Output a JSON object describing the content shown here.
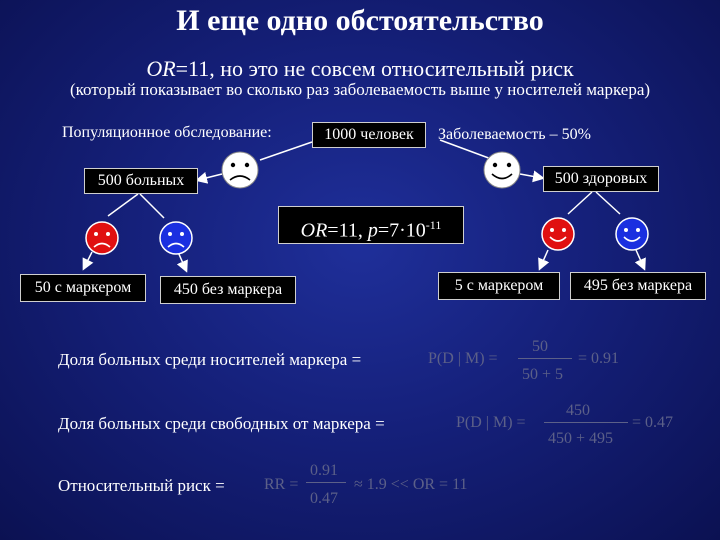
{
  "title": "И еще одно обстоятельство",
  "subtitle": {
    "or_label": "OR",
    "or_value": "=11, но это не совсем относительный риск",
    "note": "(который показывает во сколько раз заболеваемость выше у носителей маркера)"
  },
  "top": {
    "survey_label": "Популяционное обследование:",
    "total": "1000 человек",
    "incidence": "Заболеваемость – 50%"
  },
  "groups": {
    "sick": "500 больных",
    "healthy": "500 здоровых"
  },
  "center": {
    "or_label": "OR",
    "or_eq": "=11, ",
    "p_label": "p",
    "p_eq": "=7·10",
    "p_exp": "-11"
  },
  "leaves": {
    "sick_marker": "50 с маркером",
    "sick_nomarker": "450 без маркера",
    "healthy_marker": "5 с маркером",
    "healthy_nomarker": "495 без маркера"
  },
  "formulas": {
    "f1_text": "Доля больных среди носителей маркера =",
    "f1_lhs": "P(D | M) =",
    "f1_num": "50",
    "f1_den": "50 + 5",
    "f1_res": "= 0.91",
    "f2_text": "Доля больных среди свободных от  маркера =",
    "f2_lhs": "P(D | M) =",
    "f2_num": "450",
    "f2_den": "450 + 495",
    "f2_res": "= 0.47",
    "f3_text": "Относительный риск =",
    "f3_lhs": "RR =",
    "f3_num": "0.91",
    "f3_den": "0.47",
    "f3_res": "≈ 1.9 << OR = 11"
  },
  "colors": {
    "background": "#15207a",
    "face_red": "#e01010",
    "face_blue": "#1a2fe0",
    "face_white": "#ffffff",
    "formula_gray": "#5c6088"
  }
}
